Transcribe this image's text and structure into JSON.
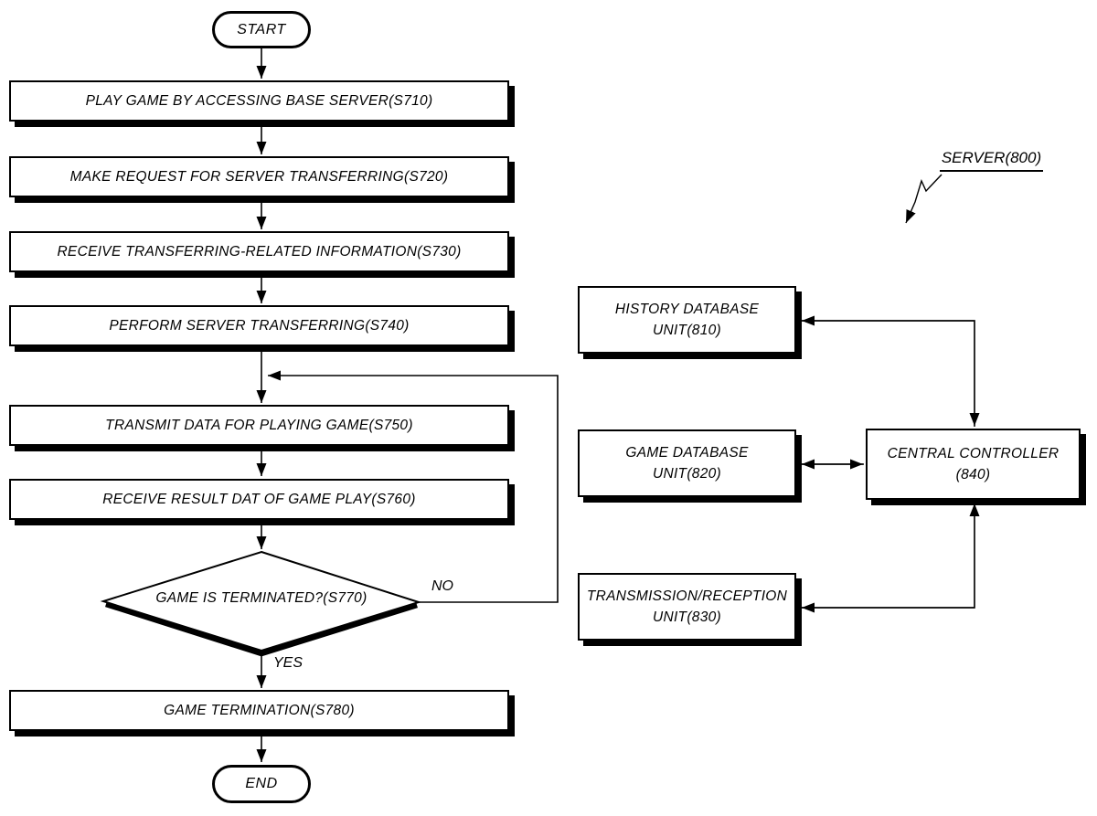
{
  "colors": {
    "background": "#ffffff",
    "line": "#000000"
  },
  "flowchart": {
    "start_label": "START",
    "steps": [
      {
        "label": "PLAY GAME BY ACCESSING BASE SERVER(S710)"
      },
      {
        "label": "MAKE REQUEST FOR SERVER TRANSFERRING(S720)"
      },
      {
        "label": "RECEIVE TRANSFERRING-RELATED INFORMATION(S730)"
      },
      {
        "label": "PERFORM SERVER TRANSFERRING(S740)"
      },
      {
        "label": "TRANSMIT DATA FOR PLAYING GAME(S750)"
      },
      {
        "label": "RECEIVE RESULT DAT OF GAME PLAY(S760)"
      }
    ],
    "decision": {
      "label": "GAME IS TERMINATED?(S770)",
      "yes_label": "YES",
      "no_label": "NO"
    },
    "final_step": {
      "label": "GAME TERMINATION(S780)"
    },
    "end_label": "END"
  },
  "server_diagram": {
    "callout_label": "SERVER(800)",
    "blocks": {
      "history": {
        "line1": "HISTORY DATABASE",
        "line2": "UNIT(810)"
      },
      "game": {
        "line1": "GAME DATABASE",
        "line2": "UNIT(820)"
      },
      "transmission": {
        "line1": "TRANSMISSION/RECEPTION",
        "line2": "UNIT(830)"
      },
      "controller": {
        "line1": "CENTRAL CONTROLLER",
        "line2": "(840)"
      }
    }
  }
}
